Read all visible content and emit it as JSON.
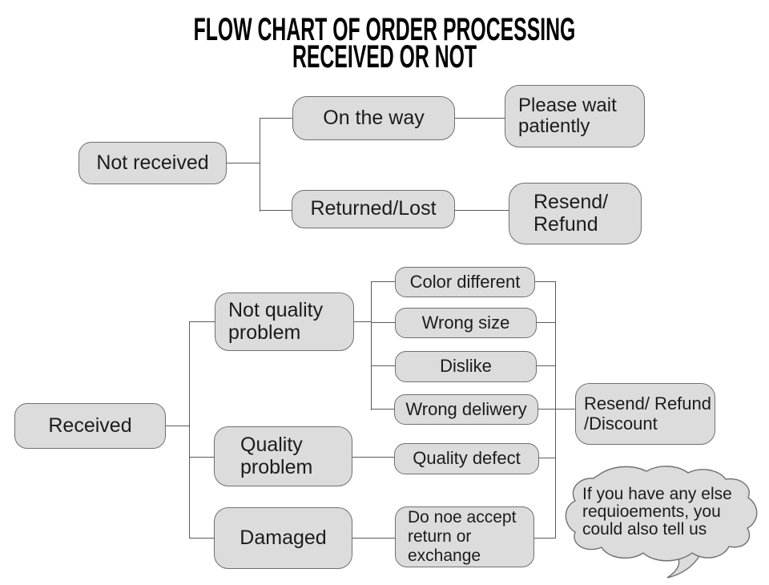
{
  "title": {
    "line1": "FLOW CHART OF ORDER PROCESSING",
    "line2": "RECEIVED OR NOT"
  },
  "colors": {
    "background": "#ffffff",
    "box_fill": "#dcdcdc",
    "box_border": "#707070",
    "connector": "#5a5a5a",
    "node_text": "#1c1c1c",
    "title_text": "#000000"
  },
  "top_flow": {
    "root": "Not received",
    "on_the_way": "On the way",
    "please_wait": {
      "lines": [
        "Please wait",
        "patiently"
      ]
    },
    "returned_lost": "Returned/Lost",
    "resend_refund": {
      "lines": [
        "Resend/",
        "Refund"
      ]
    }
  },
  "bottom_flow": {
    "root": "Received",
    "not_quality_problem": {
      "lines": [
        "Not quality",
        "problem"
      ]
    },
    "quality_problem": {
      "lines": [
        "Quality",
        "problem"
      ]
    },
    "damaged": "Damaged",
    "reasons": [
      "Color different",
      "Wrong size",
      "Dislike",
      "Wrong deliwery"
    ],
    "quality_defect": "Quality defect",
    "no_return": {
      "lines": [
        "Do noe accept",
        "return or",
        "exchange"
      ]
    },
    "resolution": {
      "lines": [
        "Resend/ Refund",
        "/Discount"
      ]
    }
  },
  "speech_bubble": {
    "lines": [
      "If you have any else",
      "requioements, you",
      "could also tell us"
    ]
  }
}
